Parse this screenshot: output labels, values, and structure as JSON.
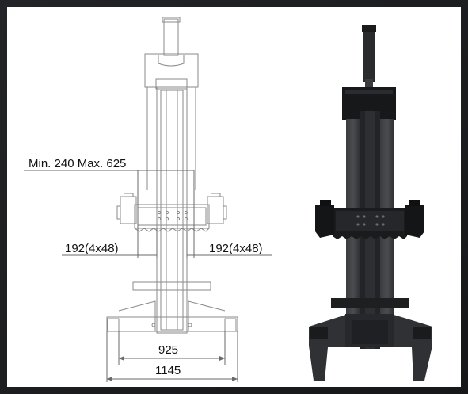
{
  "drawing": {
    "dimensions": {
      "vertical_range": "Min. 240 Max. 625",
      "left_profile": "192(4x48)",
      "right_profile": "192(4x48)",
      "inner_width": "925",
      "outer_width": "1145"
    }
  },
  "colors": {
    "frame_background": "#1c1d1f",
    "panel_background": "#ffffff",
    "line_color": "#7a7a7a",
    "product_body": "#2f3135",
    "product_dark": "#17181a"
  }
}
